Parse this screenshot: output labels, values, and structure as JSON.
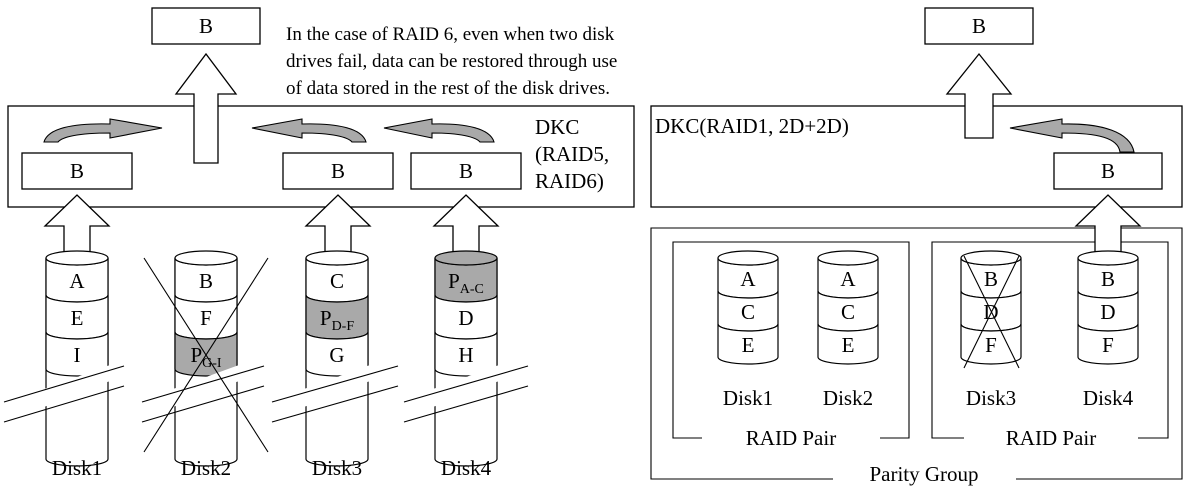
{
  "left": {
    "output_block": "B",
    "note_lines": [
      "In the case of RAID 6, even when two disk",
      "drives fail, data can be restored through use",
      "of data stored in the rest of the disk drives."
    ],
    "dkc_lines": [
      "DKC",
      "(RAID5,",
      "RAID6)"
    ],
    "buffers": [
      "B",
      "B",
      "B"
    ],
    "disks": [
      {
        "name": "Disk1",
        "failed": false,
        "segments": [
          {
            "main": "A",
            "sub": "",
            "parity": false
          },
          {
            "main": "E",
            "sub": "",
            "parity": false
          },
          {
            "main": "I",
            "sub": "",
            "parity": false
          }
        ]
      },
      {
        "name": "Disk2",
        "failed": true,
        "segments": [
          {
            "main": "B",
            "sub": "",
            "parity": false
          },
          {
            "main": "F",
            "sub": "",
            "parity": false
          },
          {
            "main": "P",
            "sub": "G-I",
            "parity": true
          }
        ]
      },
      {
        "name": "Disk3",
        "failed": false,
        "segments": [
          {
            "main": "C",
            "sub": "",
            "parity": false
          },
          {
            "main": "P",
            "sub": "D-F",
            "parity": true
          },
          {
            "main": "G",
            "sub": "",
            "parity": false
          }
        ]
      },
      {
        "name": "Disk4",
        "failed": false,
        "segments": [
          {
            "main": "P",
            "sub": "A-C",
            "parity": true
          },
          {
            "main": "D",
            "sub": "",
            "parity": false
          },
          {
            "main": "H",
            "sub": "",
            "parity": false
          }
        ]
      }
    ]
  },
  "right": {
    "output_block": "B",
    "dkc_label": "DKC(RAID1, 2D+2D)",
    "buffer": "B",
    "pair_label": "RAID Pair",
    "group_label": "Parity Group",
    "disks": [
      {
        "name": "Disk1",
        "failed": false,
        "segments": [
          "A",
          "C",
          "E"
        ]
      },
      {
        "name": "Disk2",
        "failed": false,
        "segments": [
          "A",
          "C",
          "E"
        ]
      },
      {
        "name": "Disk3",
        "failed": true,
        "segments": [
          "B",
          "D",
          "F"
        ]
      },
      {
        "name": "Disk4",
        "failed": false,
        "segments": [
          "B",
          "D",
          "F"
        ]
      }
    ]
  }
}
